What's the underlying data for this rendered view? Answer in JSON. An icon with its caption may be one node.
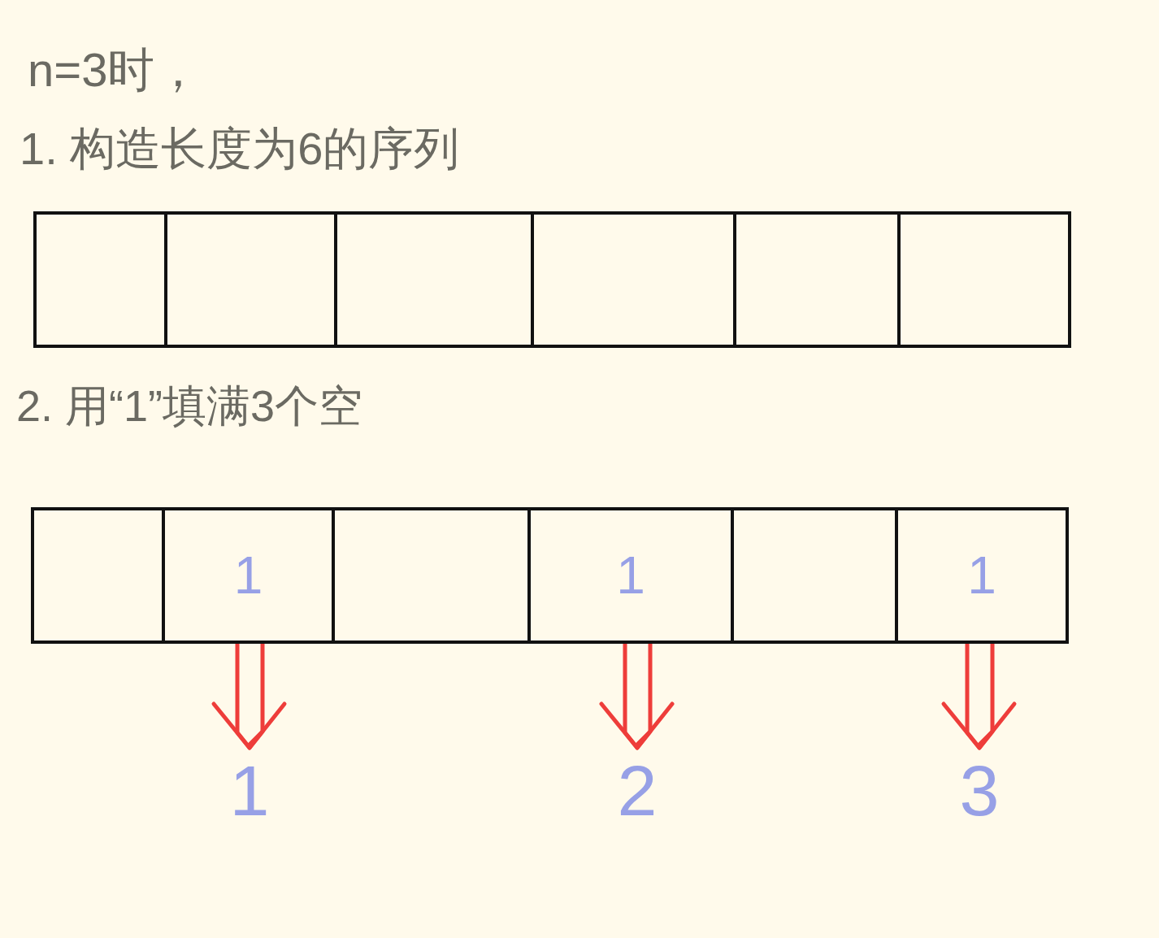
{
  "diagram": {
    "title": "n=3时，",
    "nodes": [
      {
        "text": [],
        "shape": "box"
      },
      {
        "text": [],
        "shape": "box"
      },
      {
        "text": [],
        "shape": "box"
      },
      {
        "text": [],
        "shape": "box"
      },
      {
        "text": [],
        "shape": "box"
      },
      {
        "text": [],
        "shape": "box"
      },
      {
        "text": [],
        "shape": "box"
      },
      {
        "text": [
          "1"
        ]
      },
      {
        "text": [],
        "shape": "box"
      },
      {
        "text": [
          "1"
        ]
      },
      {
        "text": [],
        "shape": "box"
      },
      {
        "text": [
          "1"
        ]
      },
      {
        "text": [
          "1"
        ]
      },
      {
        "text": [
          "2"
        ]
      },
      {
        "text": [
          "3"
        ]
      }
    ],
    "edges": [
      {
        "from": 7,
        "to": 12,
        "arrow": "to",
        "color": "#ee3d3a"
      },
      {
        "from": 9,
        "to": 13,
        "arrow": "to",
        "color": "#ee3d3a"
      },
      {
        "from": 11,
        "to": 14,
        "arrow": "to",
        "color": "#ee3d3a"
      }
    ],
    "labels": [
      "1. 构造长度为6的序列",
      "2. 用“1”填满3个空"
    ]
  }
}
